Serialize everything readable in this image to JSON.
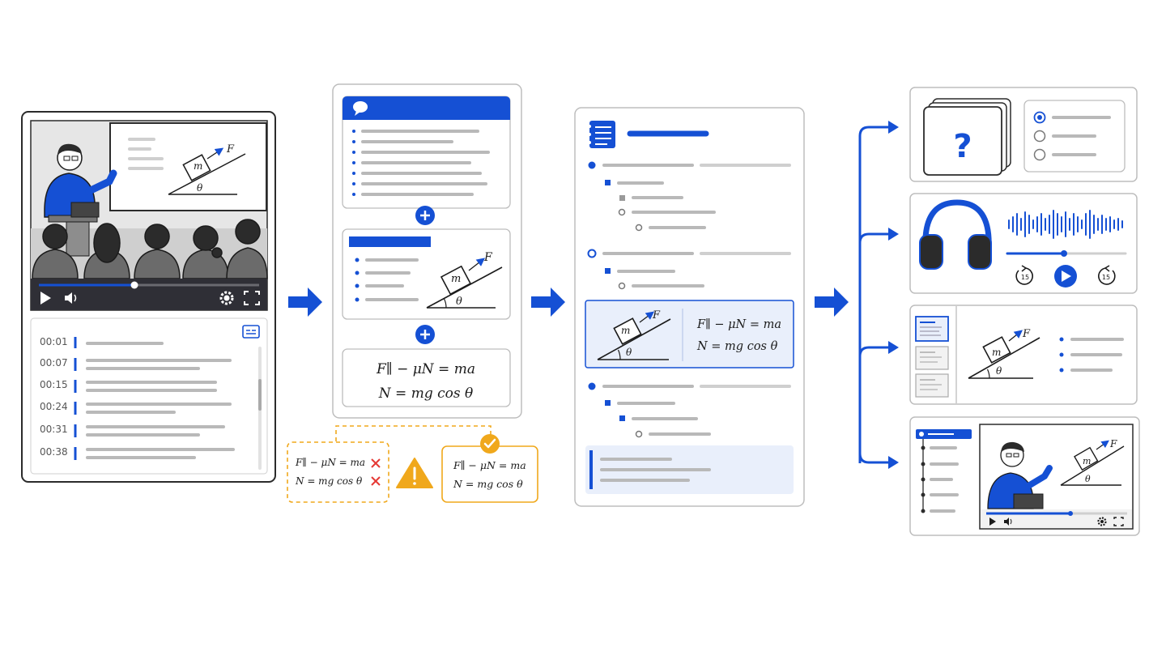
{
  "colors": {
    "accent": "#1550d4",
    "warning": "#f0a81c",
    "error": "#e53935",
    "outline": "#2b2b2b"
  },
  "transcript": {
    "timestamps": [
      "00:01",
      "00:07",
      "00:15",
      "00:24",
      "00:31",
      "00:38"
    ]
  },
  "diagram": {
    "mass_label": "m",
    "force_label": "F",
    "angle_label": "θ"
  },
  "equations": {
    "line1": "F∥ − μN = ma",
    "line2": "N = mg cos θ"
  },
  "outputs": {
    "flashcard_glyph": "?",
    "audio_skip_back": "15",
    "audio_skip_forward": "15"
  },
  "icons": [
    "play-icon",
    "volume-icon",
    "gear-icon",
    "fullscreen-icon",
    "captions-icon",
    "chat-icon",
    "plus-icon",
    "warning-icon",
    "check-icon",
    "cross-icon",
    "notebook-icon",
    "headphones-icon",
    "arrow-right-icon"
  ]
}
